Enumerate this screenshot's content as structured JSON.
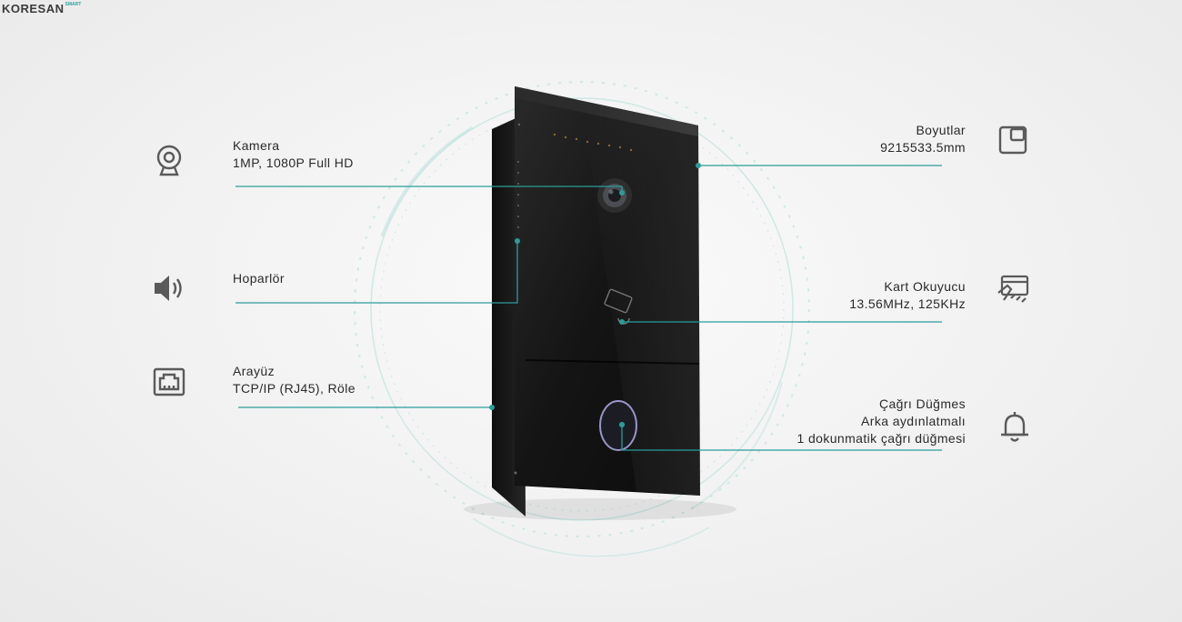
{
  "brand": {
    "name": "KORESAN",
    "tag": "SMART"
  },
  "features": {
    "camera": {
      "title": "Kamera",
      "line1": "1MP, 1080P Full HD",
      "icon": "webcam-icon"
    },
    "speaker": {
      "title": "Hoparlör",
      "icon": "speaker-icon"
    },
    "interface": {
      "title": "Arayüz",
      "line1": "TCP/IP (RJ45), Röle",
      "icon": "ethernet-port-icon"
    },
    "dimensions": {
      "title": "Boyutlar",
      "line1": "9215533.5mm",
      "icon": "dimensions-icon"
    },
    "card_reader": {
      "title": "Kart Okuyucu",
      "line1": "13.56MHz, 125KHz",
      "icon": "card-reader-icon"
    },
    "call_button": {
      "title": "Çağrı Düğmes",
      "line1": "Arka aydınlatmalı",
      "line2": "1 dokunmatik çağrı düğmesi",
      "icon": "bell-icon"
    }
  },
  "colors": {
    "accent": "#2a9d9a",
    "device": "#1a1a1a",
    "icon": "#5a5a5a"
  }
}
